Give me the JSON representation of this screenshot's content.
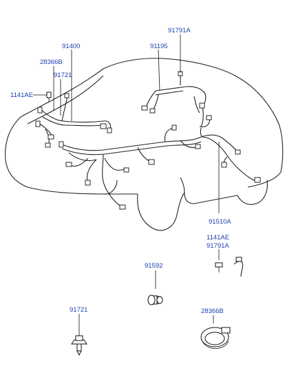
{
  "labels": {
    "p91791A_top": "91791A",
    "p91400": "91400",
    "p91195": "91195",
    "p28366B_top": "28366B",
    "p91721_top": "91721",
    "p1141AE_left": "1141AE",
    "p91510A": "91510A",
    "p1141AE_right": "1141AE",
    "p91791A_right": "91791A",
    "p91592": "91592",
    "p91721_bottom": "91721",
    "p28366B_bottom": "28366B"
  },
  "colors": {
    "label": "#1a3fb0",
    "line": "#111111"
  }
}
